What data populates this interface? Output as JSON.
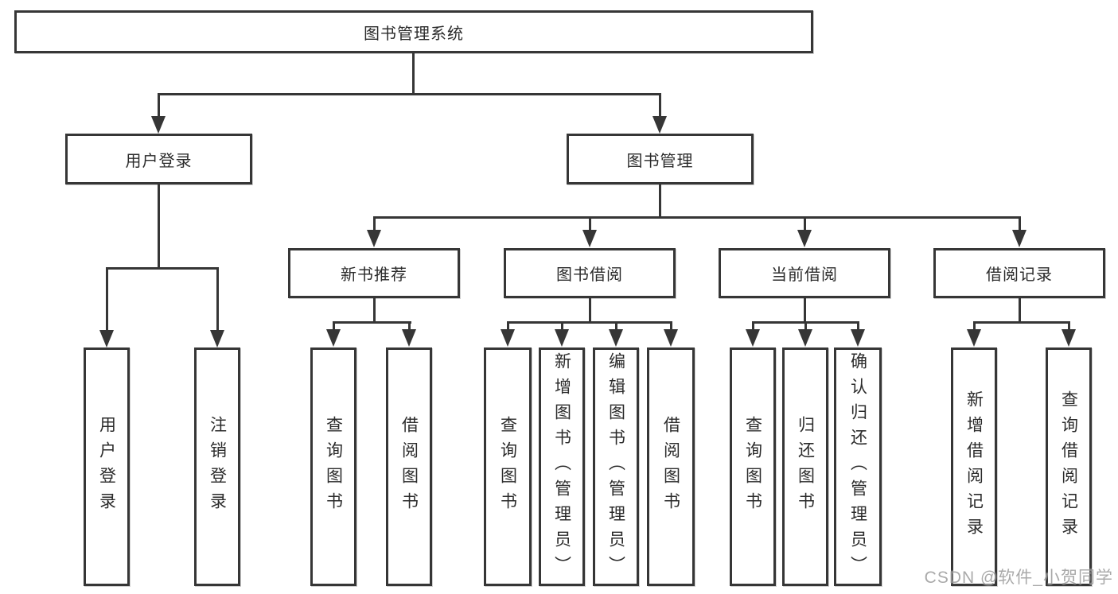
{
  "tree": {
    "root": {
      "label": "图书管理系统",
      "children": [
        {
          "label": "用户登录",
          "children": [
            {
              "label": "用户登录"
            },
            {
              "label": "注销登录"
            }
          ]
        },
        {
          "label": "图书管理",
          "children": [
            {
              "label": "新书推荐",
              "children": [
                {
                  "label": "查询图书"
                },
                {
                  "label": "借阅图书"
                }
              ]
            },
            {
              "label": "图书借阅",
              "children": [
                {
                  "label": "查询图书"
                },
                {
                  "label": "新增图书（管理员）"
                },
                {
                  "label": "编辑图书（管理员）"
                },
                {
                  "label": "借阅图书"
                }
              ]
            },
            {
              "label": "当前借阅",
              "children": [
                {
                  "label": "查询图书"
                },
                {
                  "label": "归还图书"
                },
                {
                  "label": "确认归还（管理员）"
                }
              ]
            },
            {
              "label": "借阅记录",
              "children": [
                {
                  "label": "新增借阅记录"
                },
                {
                  "label": "查询借阅记录"
                }
              ]
            }
          ]
        }
      ]
    }
  },
  "watermark": {
    "text": "CSDN @软件_小贺同学"
  },
  "colors": {
    "line": "#363636",
    "text": "#2b2b2b",
    "background": "#ffffff",
    "watermark": "#9b9b9b"
  }
}
